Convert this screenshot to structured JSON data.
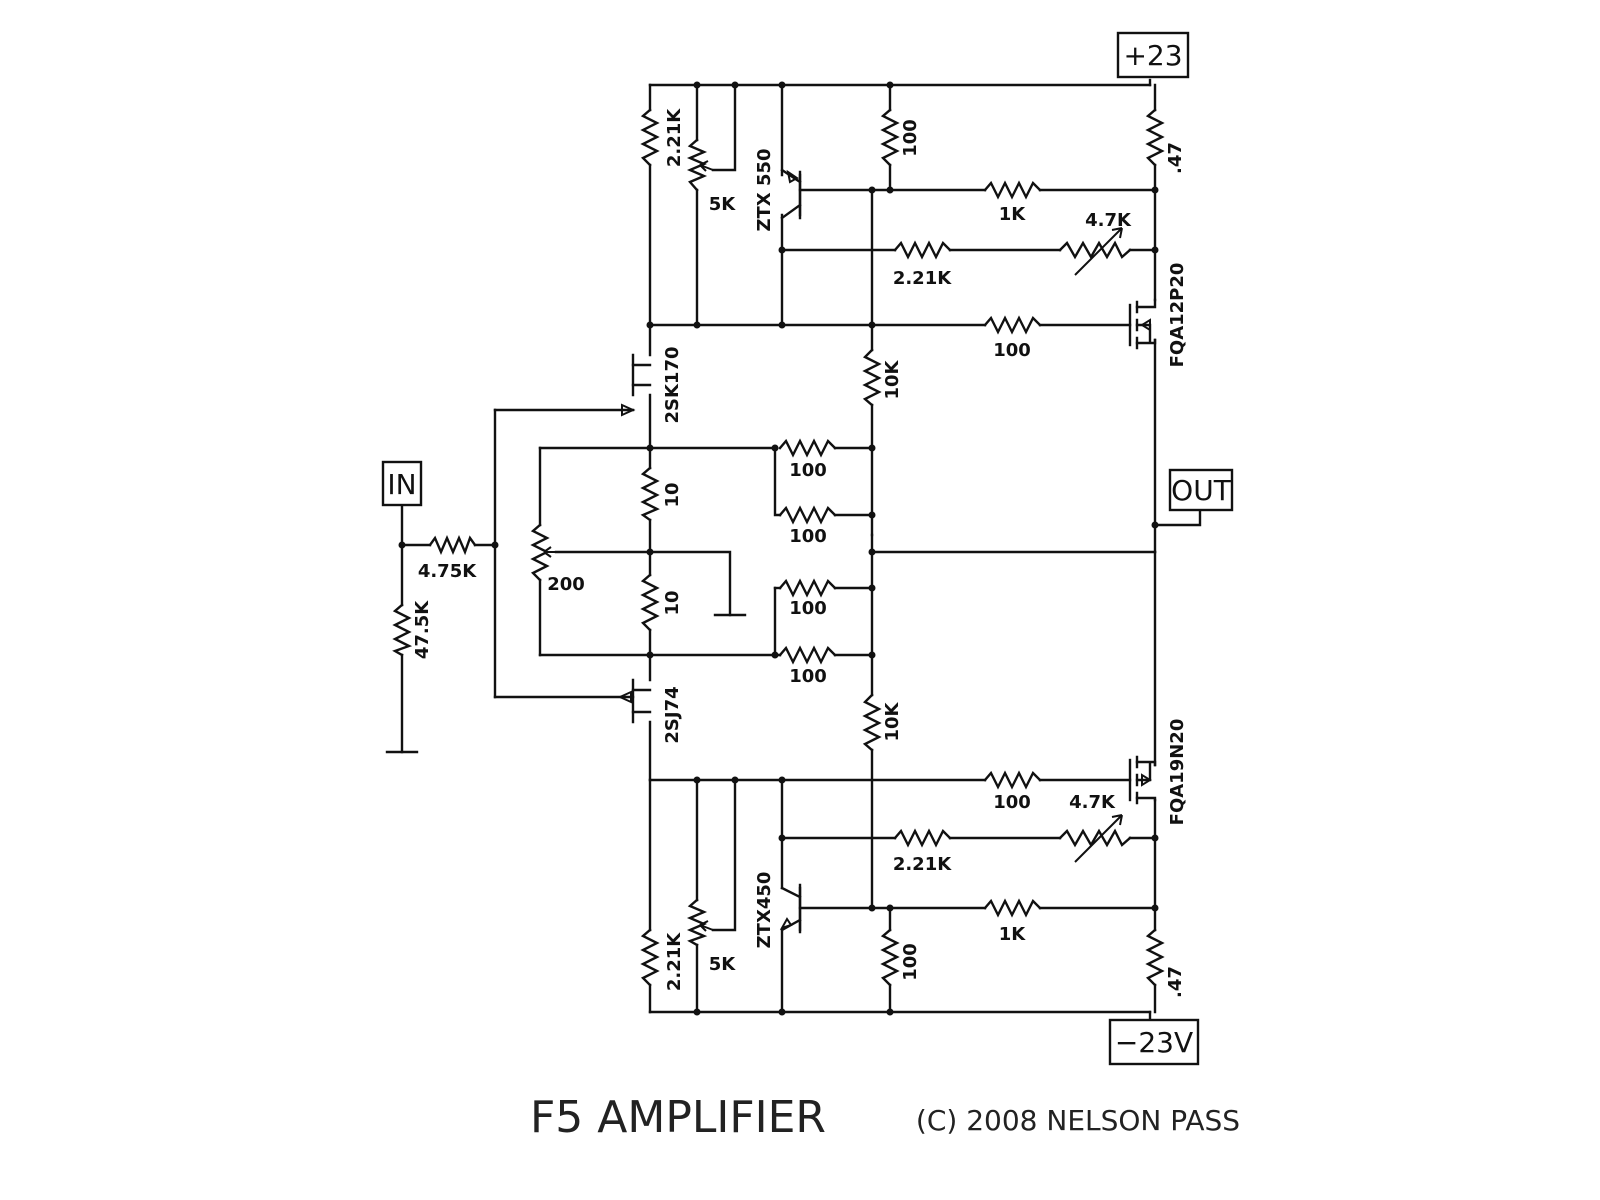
{
  "rails": {
    "positive": "+23",
    "negative": "−23V"
  },
  "ports": {
    "input": "IN",
    "output": "OUT"
  },
  "components": {
    "r_in_series": "4.75K",
    "r_in_shunt": "47.5K",
    "jfet_top": "2SK170",
    "jfet_bottom": "2SJ74",
    "r_top_drain": "2.21K",
    "r_bottom_drain": "2.21K",
    "pot_top": "5K",
    "pot_bottom": "5K",
    "bjt_top": "ZTX 550",
    "bjt_bottom": "ZTX450",
    "r_top_base": "100",
    "r_bottom_base": "100",
    "r_top_source": ".47",
    "r_bottom_source": ".47",
    "r_top_1k": "1K",
    "r_bottom_1k": "1K",
    "r_top_fb": "2.21K",
    "r_bottom_fb": "2.21K",
    "pot_top_bias": "4.7K",
    "pot_bottom_bias": "4.7K",
    "r_top_gate": "100",
    "r_bottom_gate": "100",
    "mosfet_top": "FQA12P20",
    "mosfet_bottom": "FQA19N20",
    "r_top_10k": "10K",
    "r_bottom_10k": "10K",
    "r_source_top": "10",
    "r_source_bottom": "10",
    "pot_balance": "200",
    "r_fb_1": "100",
    "r_fb_2": "100",
    "r_fb_3": "100",
    "r_fb_4": "100"
  },
  "title": "F5 AMPLIFIER",
  "copyright": "(C) 2008 NELSON PASS"
}
